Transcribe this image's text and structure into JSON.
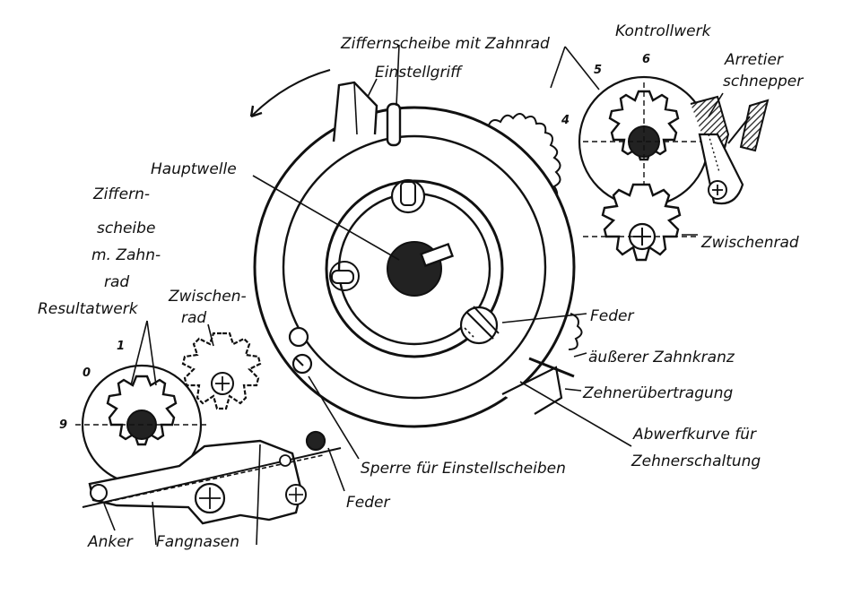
{
  "labels": {
    "zifferscheibe_zahnrad": "Ziffernscheibe mit Zahnrad",
    "kontrollwerk": "Kontrollwerk",
    "einstellgriff": "Einstellgriff",
    "arretier": "Arretier",
    "schnepper": "schnepper",
    "hauptwelle": "Hauptwelle",
    "zwischenrad_right": "Zwischenrad",
    "ziffern_l1": "Ziffern-",
    "ziffern_l2": "scheibe",
    "ziffern_l3": "m. Zahn-",
    "ziffern_l4": "rad",
    "resultatwerk": "Resultatwerk",
    "zwischen_l1": "Zwischen-",
    "zwischen_l2": "rad",
    "feder_right": "Feder",
    "aeusserer_zahnkranz": "äußerer Zahnkranz",
    "zehneruebertragung": "Zehnerübertragung",
    "abwerfkurve_l1": "Abwerfkurve für",
    "abwerfkurve_l2": "Zehnerschaltung",
    "sperre": "Sperre für Einstellscheiben",
    "feder_bottom": "Feder",
    "anker": "Anker",
    "fangnasen": "Fangnasen"
  },
  "digits": {
    "k5": "5",
    "k6": "6",
    "k4": "4",
    "r1": "1",
    "r0": "0",
    "r9": "9"
  },
  "colors": {
    "ink": "#111111",
    "hatch": "#333333",
    "paper": "#ffffff"
  }
}
